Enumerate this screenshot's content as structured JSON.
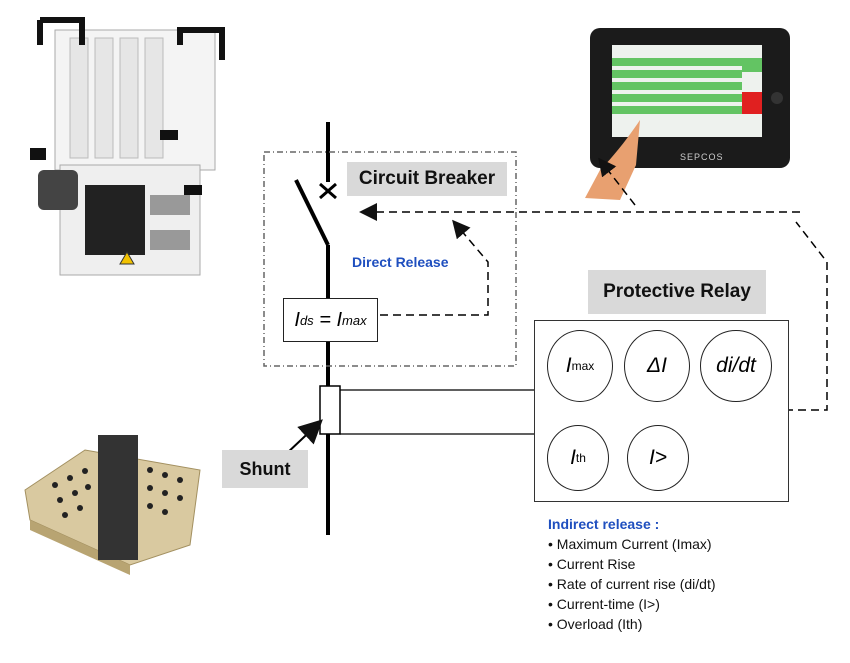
{
  "labels": {
    "circuit_breaker": "Circuit Breaker",
    "direct_release": "Direct Release",
    "protective_relay": "Protective Relay",
    "shunt": "Shunt"
  },
  "formula": {
    "lhs_main": "I",
    "lhs_sub": "ds",
    "equals": " = ",
    "rhs_main": "I",
    "rhs_sub": "max"
  },
  "relay_functions": [
    {
      "main": "I",
      "sub": "max"
    },
    {
      "main": "ΔI",
      "sub": ""
    },
    {
      "main": "di/dt",
      "sub": ""
    },
    {
      "main": "I",
      "sub": "th"
    },
    {
      "main": "I>",
      "sub": ""
    }
  ],
  "indirect_release": {
    "title": "Indirect release :",
    "items": [
      "• Maximum Current (Imax)",
      "• Current Rise",
      "• Rate of current rise (di/dt)",
      "• Current-time (I>)",
      "• Overload (Ith)"
    ]
  },
  "tablet": {
    "brand": "SEPCOS"
  },
  "colors": {
    "accent_blue": "#1f4fbf",
    "label_gray": "#d9d9d9",
    "tablet_green": "#63c463",
    "tablet_red": "#e02020"
  }
}
